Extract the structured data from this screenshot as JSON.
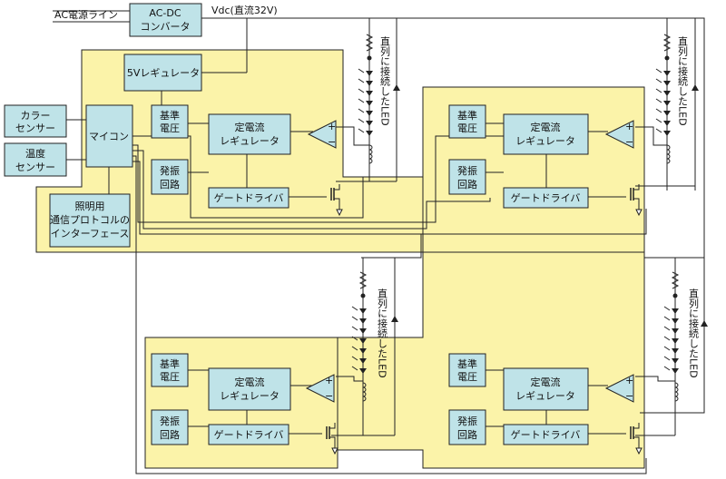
{
  "labels": {
    "ac_line": "AC電源ライン",
    "ac_dc": [
      "AC-DC",
      "コンバータ"
    ],
    "vdc": "Vdc(直流32V)",
    "reg5v": "5Vレギュレータ",
    "mcu": "マイコン",
    "color_sensor": [
      "カラー",
      "センサー"
    ],
    "temp_sensor": [
      "温度",
      "センサー"
    ],
    "interface": [
      "照明用",
      "通信プロトコルの",
      "インターフェース"
    ],
    "ref_voltage": [
      "基準",
      "電圧"
    ],
    "oscillator": [
      "発振",
      "回路"
    ],
    "cc_regulator": [
      "定電流",
      "レギュレータ"
    ],
    "gate_driver": "ゲートドライバ",
    "led_series": "直列に接続したLED",
    "plus": "+",
    "minus": "−"
  },
  "colors": {
    "block_fill": "#bfe3e8",
    "zone_fill": "#fbf3a9",
    "line": "#222222"
  }
}
